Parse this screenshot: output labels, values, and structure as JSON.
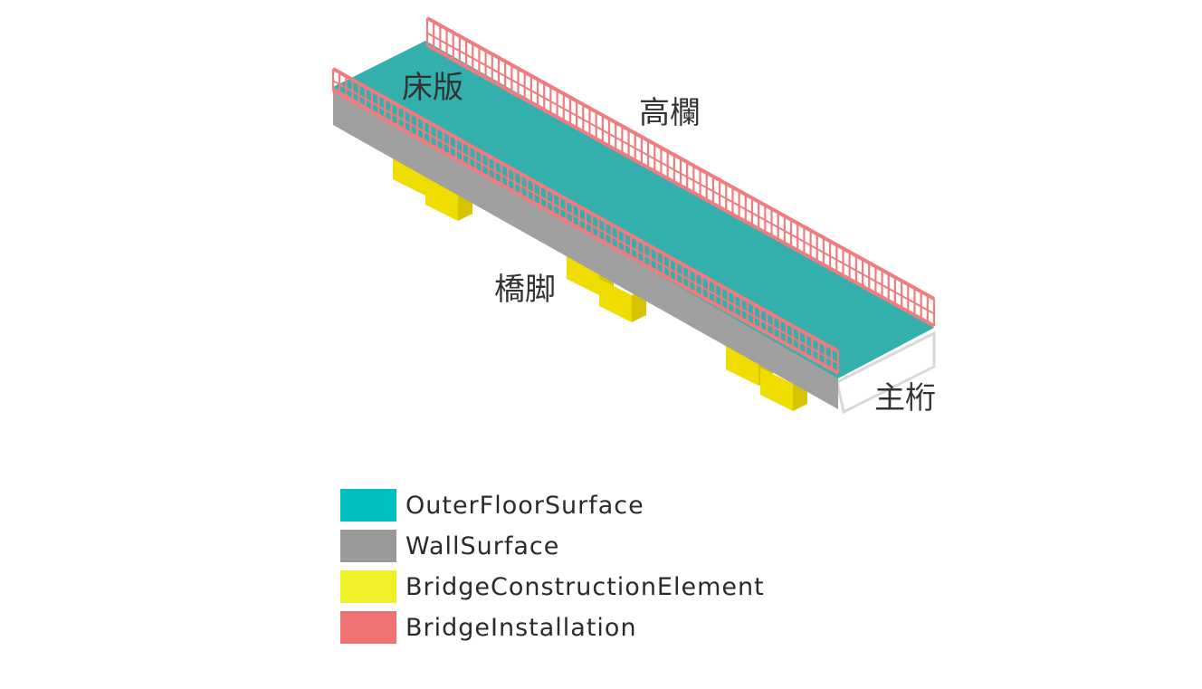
{
  "labels": {
    "floor_slab": "床版",
    "railing": "高欄",
    "pier": "橋脚",
    "main_girder": "主桁"
  },
  "legend": [
    {
      "label": "OuterFloorSurface",
      "color": "#00bfbf"
    },
    {
      "label": "WallSurface",
      "color": "#999999"
    },
    {
      "label": "BridgeConstructionElement",
      "color": "#f0f028"
    },
    {
      "label": "BridgeInstallation",
      "color": "#ef7373"
    }
  ],
  "colors": {
    "deck": "#33b0ad",
    "wall": "#a0a0a0",
    "wall_dark": "#8e8e8e",
    "pier": "#f0dd00",
    "pier_dark": "#d6c400",
    "railing": "#f07c80",
    "girder_edge": "#d8d8d8"
  }
}
